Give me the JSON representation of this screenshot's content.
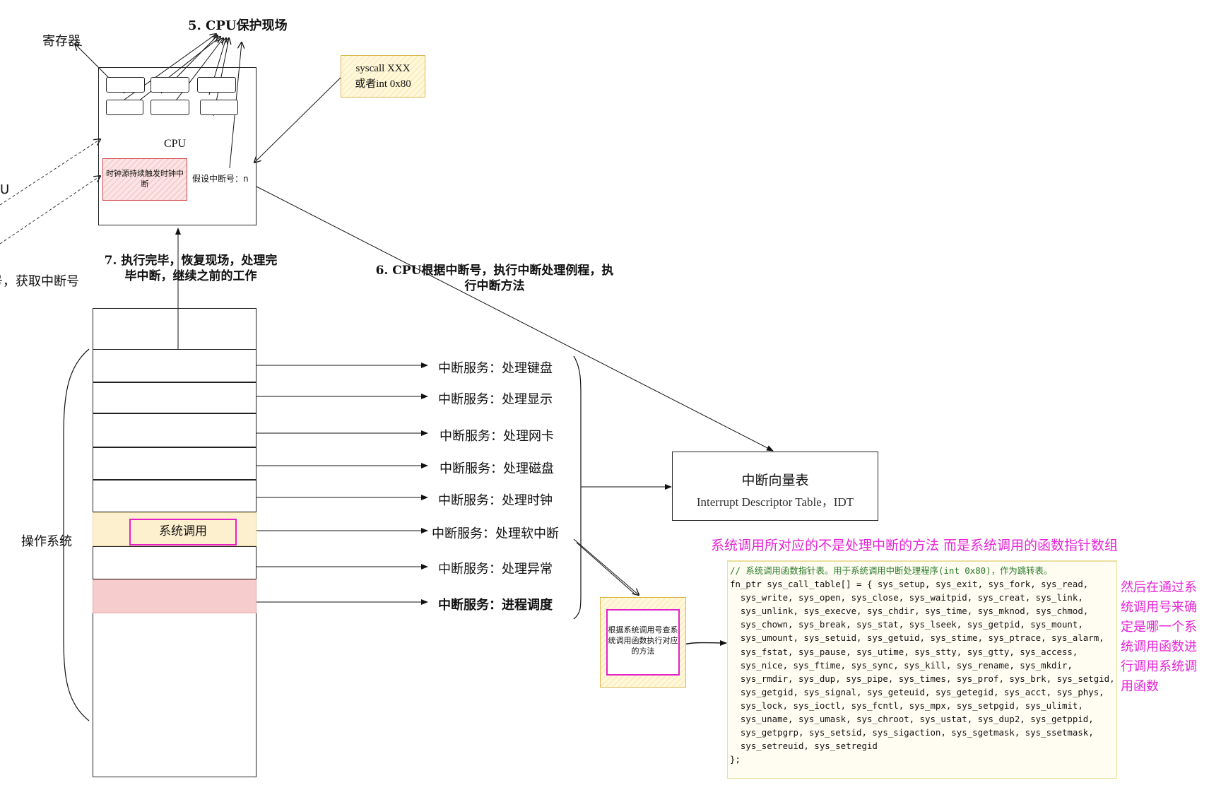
{
  "cropped_left": {
    "fragment_top": "U",
    "fragment_bottom": "号，获取中断号"
  },
  "registers_label": "寄存器",
  "step5_label": "5. CPU保护现场",
  "cpu": {
    "label": "CPU",
    "clock_source": "时钟源持续触发时钟中断",
    "assumed_interrupt": "假设中断号：n"
  },
  "syscall_trigger": {
    "line1": "syscall XXX",
    "line2": "或者int 0x80"
  },
  "step6_label": "6. CPU根据中断号，执行中断处理例程，执行中断方法",
  "step7_label": "7. 执行完毕，恢复现场，处理完毕中断，继续之前的工作",
  "os_label": "操作系统",
  "syscall_cell_label": "系统调用",
  "services": [
    {
      "label": "中断服务：处理键盘",
      "bold": false
    },
    {
      "label": "中断服务：处理显示",
      "bold": false
    },
    {
      "label": "中断服务：处理网卡",
      "bold": false
    },
    {
      "label": "中断服务：处理磁盘",
      "bold": false
    },
    {
      "label": "中断服务：处理时钟",
      "bold": false
    },
    {
      "label": "中断服务：处理软中断",
      "bold": false
    },
    {
      "label": "中断服务：处理异常",
      "bold": false
    },
    {
      "label": "中断服务：进程调度",
      "bold": true
    }
  ],
  "idt": {
    "title": "中断向量表",
    "subtitle": "Interrupt Descriptor Table，IDT"
  },
  "note_top": "系统调用所对应的不是处理中断的方法 而是系统调用的函数指针数组",
  "note_right": "然后在通过系统调用号来确定是哪一个系统调用函数进行调用系统调用函数",
  "lookup_box": "根据系统调用号查系统调用函数执行对应的方法",
  "code": {
    "comment": "// 系统调用函数指针表。用于系统调用中断处理程序(int 0x80)，作为跳转表。",
    "lines": [
      "fn_ptr sys_call_table[] = { sys_setup, sys_exit, sys_fork, sys_read,",
      "  sys_write, sys_open, sys_close, sys_waitpid, sys_creat, sys_link,",
      "  sys_unlink, sys_execve, sys_chdir, sys_time, sys_mknod, sys_chmod,",
      "  sys_chown, sys_break, sys_stat, sys_lseek, sys_getpid, sys_mount,",
      "  sys_umount, sys_setuid, sys_getuid, sys_stime, sys_ptrace, sys_alarm,",
      "  sys_fstat, sys_pause, sys_utime, sys_stty, sys_gtty, sys_access,",
      "  sys_nice, sys_ftime, sys_sync, sys_kill, sys_rename, sys_mkdir,",
      "  sys_rmdir, sys_dup, sys_pipe, sys_times, sys_prof, sys_brk, sys_setgid,",
      "  sys_getgid, sys_signal, sys_geteuid, sys_getegid, sys_acct, sys_phys,",
      "  sys_lock, sys_ioctl, sys_fcntl, sys_mpx, sys_setpgid, sys_ulimit,",
      "  sys_uname, sys_umask, sys_chroot, sys_ustat, sys_dup2, sys_getppid,",
      "  sys_getpgrp, sys_setsid, sys_sigaction, sys_sgetmask, sys_ssetmask,",
      "  sys_setreuid, sys_setregid",
      "};"
    ]
  }
}
